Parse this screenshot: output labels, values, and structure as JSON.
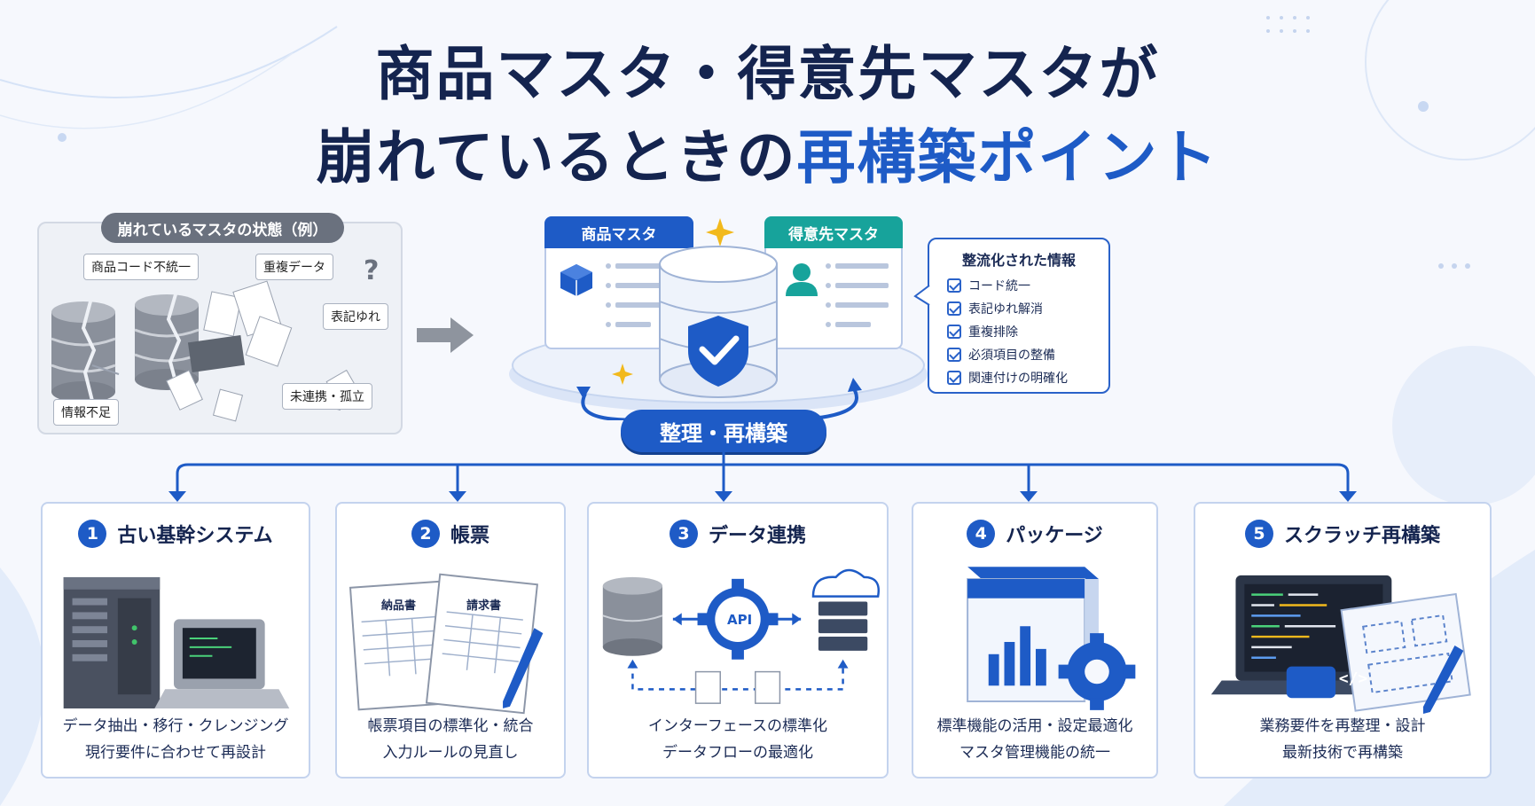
{
  "title": {
    "line1": "商品マスタ・得意先マスタが",
    "line2_prefix": "崩れているときの",
    "line2_accent": "再構築ポイント"
  },
  "broken": {
    "header": "崩れているマスタの状態（例）",
    "tags": [
      "商品コード不統一",
      "重複データ",
      "表記ゆれ",
      "情報不足",
      "未連携・孤立"
    ],
    "question_mark": "?"
  },
  "center": {
    "product_master": "商品マスタ",
    "customer_master": "得意先マスタ",
    "organized_title": "整流化された情報",
    "organized_items": [
      "コード統一",
      "表記ゆれ解消",
      "重複排除",
      "必須項目の整備",
      "関連付けの明確化"
    ],
    "pill": "整理・再構築"
  },
  "cards": [
    {
      "num": "1",
      "title": "古い基幹システム",
      "desc1": "データ抽出・移行・クレンジング",
      "desc2": "現行要件に合わせて再設計"
    },
    {
      "num": "2",
      "title": "帳票",
      "desc1": "帳票項目の標準化・統合",
      "desc2": "入力ルールの見直し",
      "doc1": "納品書",
      "doc2": "請求書"
    },
    {
      "num": "3",
      "title": "データ連携",
      "desc1": "インターフェースの標準化",
      "desc2": "データフローの最適化",
      "api": "API"
    },
    {
      "num": "4",
      "title": "パッケージ",
      "desc1": "標準機能の活用・設定最適化",
      "desc2": "マスタ管理機能の統一"
    },
    {
      "num": "5",
      "title": "スクラッチ再構築",
      "desc1": "業務要件を再整理・設計",
      "desc2": "最新技術で再構築",
      "code_tag": "</>"
    }
  ],
  "colors": {
    "accent": "#1e5bc6",
    "dark": "#14244f",
    "teal": "#17a39b",
    "gray": "#6a717e"
  }
}
